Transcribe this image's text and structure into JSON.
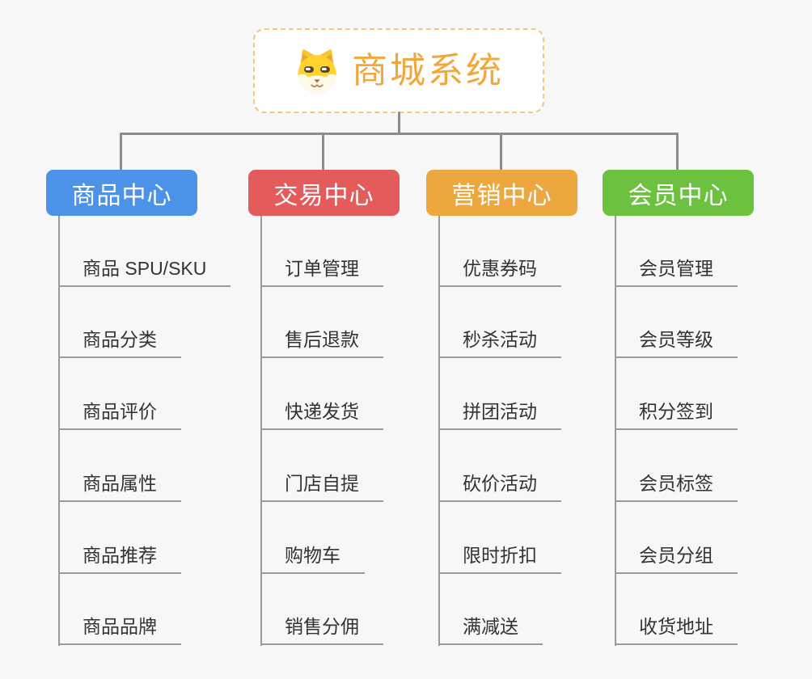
{
  "page": {
    "background": "#f7f7f7",
    "connector_color": "#8c8c8c",
    "leaf_line_color": "#9a9a9a",
    "leaf_text_color": "#333333"
  },
  "root": {
    "title": "商城系统",
    "icon": "shiba-dog-face-icon",
    "text_color": "#f0a73c",
    "border_color": "#f3c779",
    "background": "#ffffff"
  },
  "branches": [
    {
      "label": "商品中心",
      "color": "#4b92e8",
      "children": [
        "商品 SPU/SKU",
        "商品分类",
        "商品评价",
        "商品属性",
        "商品推荐",
        "商品品牌"
      ]
    },
    {
      "label": "交易中心",
      "color": "#e45b5b",
      "children": [
        "订单管理",
        "售后退款",
        "快递发货",
        "门店自提",
        "购物车",
        "销售分佣"
      ]
    },
    {
      "label": "营销中心",
      "color": "#eca83f",
      "children": [
        "优惠券码",
        "秒杀活动",
        "拼团活动",
        "砍价活动",
        "限时折扣",
        "满减送"
      ]
    },
    {
      "label": "会员中心",
      "color": "#6cc13e",
      "children": [
        "会员管理",
        "会员等级",
        "积分签到",
        "会员标签",
        "会员分组",
        "收货地址"
      ]
    }
  ]
}
